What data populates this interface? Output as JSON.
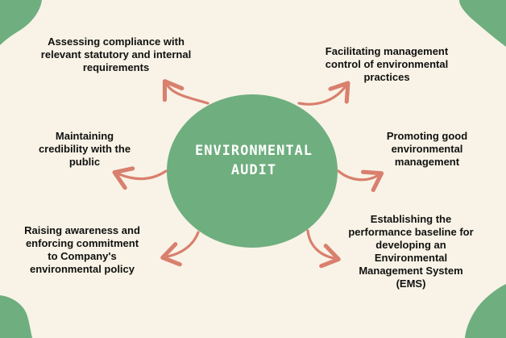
{
  "center": {
    "title_line1": "ENVIRONMENTAL",
    "title_line2": "AUDIT",
    "fill_color": "#6fae7f",
    "text_color": "#ffffff"
  },
  "colors": {
    "background": "#f8f3e6",
    "corner_shapes": "#6fae7f",
    "arrows": "#d97f6e",
    "label_text": "#111111"
  },
  "objectives": [
    {
      "lines": [
        "Assessing compliance with",
        "relevant statutory and internal",
        "requirements"
      ]
    },
    {
      "lines": [
        "Facilitating management",
        "control of environmental",
        "practices"
      ]
    },
    {
      "lines": [
        "Maintaining",
        "credibility with the",
        "public"
      ]
    },
    {
      "lines": [
        "Promoting good",
        "environmental",
        "management"
      ]
    },
    {
      "lines": [
        "Raising awareness and",
        "enforcing commitment",
        "to Company's",
        "environmental policy"
      ]
    },
    {
      "lines": [
        "Establishing the",
        "performance baseline for",
        "developing an",
        "Environmental",
        "Management System",
        "(EMS)"
      ]
    }
  ]
}
